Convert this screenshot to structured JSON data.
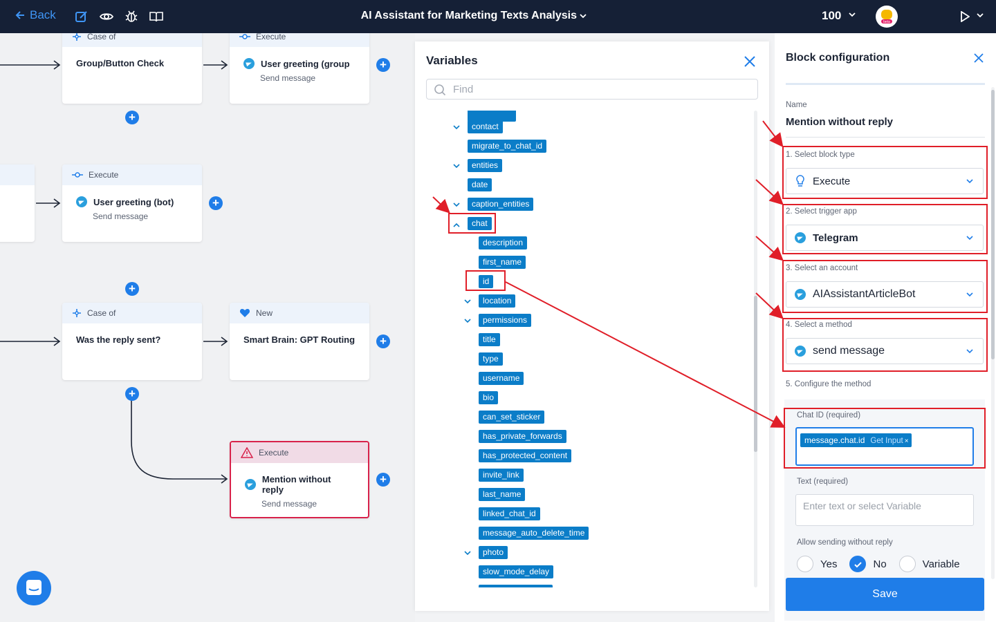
{
  "topbar": {
    "back_label": "Back",
    "title": "AI Assistant for Marketing Texts Analysis",
    "zoom": "100",
    "avatar_badge": "beta"
  },
  "canvas": {
    "nodes": [
      {
        "type": "Case of",
        "title": "Group/Button Check",
        "sub": ""
      },
      {
        "type": "Execute",
        "title": "User greeting (group",
        "sub": "Send message"
      },
      {
        "type": "Execute",
        "title": "User greeting (bot)",
        "sub": "Send message"
      },
      {
        "type": "Case of",
        "title": "Was the reply sent?",
        "sub": ""
      },
      {
        "type": "New",
        "title": "Smart Brain: GPT Routing",
        "sub": ""
      },
      {
        "type": "Execute",
        "title": "Mention without reply",
        "sub": "Send message"
      }
    ]
  },
  "variables": {
    "title": "Variables",
    "search_placeholder": "Find",
    "tags": [
      "contact",
      "migrate_to_chat_id",
      "entities",
      "date",
      "caption_entities",
      "chat",
      "description",
      "first_name",
      "id",
      "location",
      "permissions",
      "title",
      "type",
      "username",
      "bio",
      "can_set_sticker",
      "has_private_forwards",
      "has_protected_content",
      "invite_link",
      "last_name",
      "linked_chat_id",
      "message_auto_delete_time",
      "photo",
      "slow_mode_delay"
    ]
  },
  "config": {
    "title": "Block configuration",
    "name_label": "Name",
    "name_value": "Mention without reply",
    "step1_label": "1. Select block type",
    "step1_value": "Execute",
    "step2_label": "2. Select trigger app",
    "step2_value": "Telegram",
    "step3_label": "3. Select an account",
    "step3_value": "AIAssistantArticleBot",
    "step4_label": "4. Select a method",
    "step4_value": "send message",
    "step5_label": "5. Configure the method",
    "chat_id_label": "Chat ID (required)",
    "chat_id_chip": "message.chat.id",
    "chat_id_chip_action": "Get Input",
    "text_label": "Text (required)",
    "text_placeholder": "Enter text or select Variable",
    "allow_label": "Allow sending without reply",
    "radio_yes": "Yes",
    "radio_no": "No",
    "radio_variable": "Variable",
    "save_label": "Save"
  },
  "colors": {
    "topbar": "#152036",
    "accent": "#1f7de8",
    "tag": "#0b7dc8",
    "annotation": "#e01e28",
    "error_border": "#d8214a"
  }
}
